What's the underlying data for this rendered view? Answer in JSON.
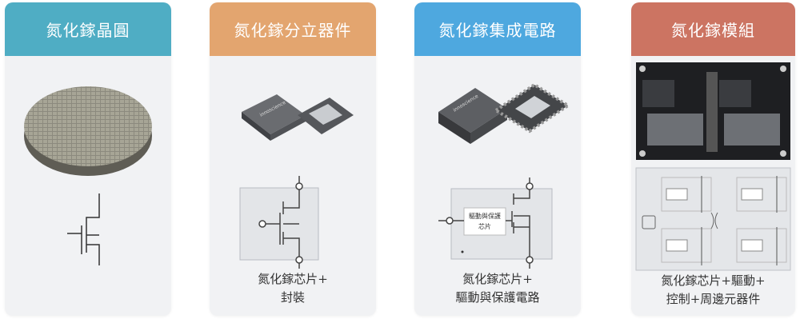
{
  "cards": [
    {
      "title": "氮化鎵晶圓",
      "color": "#4fadc4",
      "caption": []
    },
    {
      "title": "氮化鎵分立器件",
      "color": "#e3a56f",
      "caption": [
        "氮化鎵芯片+",
        "封裝"
      ],
      "chip_brand": "innoscience"
    },
    {
      "title": "氮化鎵集成電路",
      "color": "#4ea8df",
      "caption": [
        "氮化鎵芯片+",
        "驅動與保護電路"
      ],
      "chip_brand": "innoscience",
      "driver_label": [
        "驅動與保護",
        "芯片"
      ]
    },
    {
      "title": "氮化鎵模組",
      "color": "#cc7462",
      "caption": [
        "氮化鎵芯片+驅動+",
        "控制+周邊元器件"
      ]
    }
  ]
}
